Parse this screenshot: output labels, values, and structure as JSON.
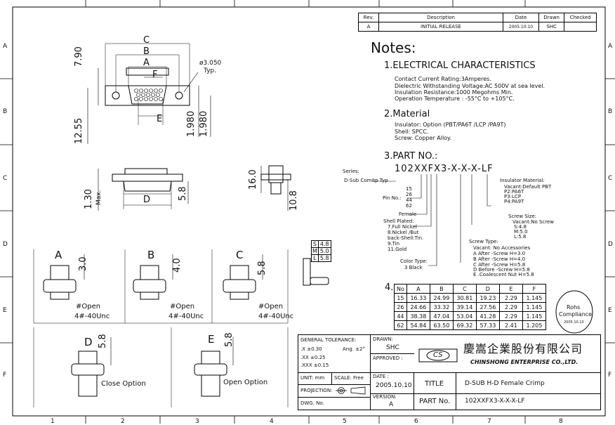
{
  "frame": {
    "col_labels": [
      "1",
      "2",
      "3",
      "4",
      "5",
      "6",
      "7",
      "8"
    ],
    "row_labels": [
      "A",
      "B",
      "C",
      "D",
      "E",
      "F"
    ]
  },
  "revision": {
    "headers": [
      "Rev.",
      "Description",
      "Date",
      "Drawn",
      "Checked"
    ],
    "row": [
      "A",
      "INITIAL RELEASE",
      "2005.10.10",
      "SHC",
      ""
    ]
  },
  "views": {
    "top": {
      "dim_c": "C",
      "dim_b": "B",
      "dim_a": "A",
      "dim_f": "F",
      "dim_e": "E",
      "h790": "7.90",
      "hole": "ø3.050",
      "typ": "Typ.",
      "h1980a": "1.980",
      "h1980b": "1.980",
      "h1255": "12.55"
    },
    "side": {
      "h130": "1.30",
      "max": "Max.",
      "dim_d": "D",
      "h58": "5.8"
    },
    "end": {
      "h160": "16.0",
      "h108": "10.8"
    },
    "screw_table": [
      [
        "S",
        "4.8"
      ],
      [
        "M",
        "5.0"
      ],
      [
        "L",
        "5.8"
      ]
    ],
    "screws": [
      {
        "label": "A",
        "dim": "3.0",
        "open": "#Open",
        "thread": "4#-40Unc"
      },
      {
        "label": "B",
        "dim": "4.0",
        "open": "#Open",
        "thread": "4#-40Unc"
      },
      {
        "label": "C",
        "dim": "5.8",
        "open": "#Open",
        "thread": "4#-40Unc"
      }
    ],
    "nuts": [
      {
        "label": "D",
        "dim": "5.8",
        "note": "Close Option"
      },
      {
        "label": "E",
        "dim": "5.8",
        "note": "Open Option"
      }
    ]
  },
  "notes": {
    "title": "Notes:",
    "s1": "1.ELECTRICAL CHARACTERISTICS",
    "s1_lines": [
      "Contact Current Rating:3Amperes.",
      "Dielectric Withstanding Voltage:AC 500V at sea level.",
      "Insulation Resistance:1000 Megohms Min.",
      "Operation Temperature : -55°C to +105°C."
    ],
    "s2": "2.Material",
    "s2_lines": [
      "Insulator: Option (PBT/PA6T /LCP /PA9T)",
      "Shell: SPCC.",
      "Screw: Copper Alloy."
    ],
    "s3": "3.PART NO.:",
    "part_no": "102XXFX3-X-X-X-LF",
    "series_label": "Series:",
    "series_value": "D-Sub Comitp Typ",
    "pin_label": "Pin No.:",
    "pins": [
      "15",
      "26",
      "44",
      "62"
    ],
    "female": "Female",
    "shell_plated": [
      "Shell Plated:",
      "7.Full Nickel",
      "8.Nickel /But",
      "back-Shell:Tin.",
      "9.Tin",
      "11.Gold"
    ],
    "color": [
      "Color Type:",
      "3 Black"
    ],
    "insulator": [
      "Insulator Material:",
      "Vacant:Default PBT",
      "P2:PA6T",
      "P3:LCP",
      "P4:PA9T"
    ],
    "screw_size": [
      "Screw Size:",
      "Vacant:No Screw",
      "S:4.8",
      "M:5.0",
      "L:5.8"
    ],
    "screw_type": [
      "Screw Type:",
      "Vacant: No Accessories",
      "A  After -Screw H=3.0",
      "B  After -Screw H=4.0",
      "C  After -Screw H=5.8",
      "D Before -Screw H=5.8",
      "E .Coalescent Nut H=5.8"
    ],
    "s4": "4.",
    "dim_headers": [
      "No",
      "A",
      "B",
      "C",
      "D",
      "E",
      "F"
    ],
    "dim_rows": [
      [
        "15",
        "16.33",
        "24.99",
        "30.81",
        "19.23",
        "2.29",
        "1.145"
      ],
      [
        "26",
        "24.66",
        "33.32",
        "39.14",
        "27.56",
        "2.29",
        "1.145"
      ],
      [
        "44",
        "38.38",
        "47.04",
        "53.04",
        "41.28",
        "2.29",
        "1.145"
      ],
      [
        "62",
        "54.84",
        "63.50",
        "69.32",
        "57.33",
        "2.41",
        "1.205"
      ]
    ],
    "rohs": [
      "Rohs",
      "Compliance",
      "2005.10.10"
    ]
  },
  "title_block": {
    "tol_title": "GENERAL TOLERANCE:",
    "tol_x": ".X ±0.30",
    "tol_ang": "Ang. ±2°",
    "tol_xx": ".XX ±0.25",
    "tol_xxx": ".XXX ±0.15",
    "unit": "UNIT: mm",
    "scale": "SCALE: Free",
    "projection": "PROJECTION:",
    "dwg": "DWG. No.",
    "drawn_label": "DRAWN:",
    "drawn_value": "SHC",
    "approved_label": "APPROVED :",
    "date_label": "DATE :",
    "date_value": "2005.10.10",
    "version_label": "VERSION:",
    "version_value": "A",
    "logo": "CS",
    "company_cn": "慶嵩企業股份有限公司",
    "company_en": "CHINSHONG ENTERPRISE CO.,LTD.",
    "title_label": "TITLE",
    "title_value": "D-SUB H-D Female Crimp",
    "partno_label": "PART No.",
    "partno_value": "102XXFX3-X-X-X-LF"
  }
}
